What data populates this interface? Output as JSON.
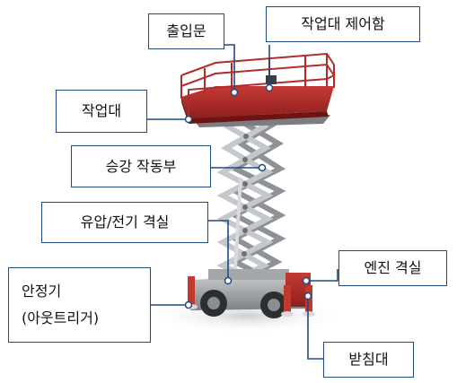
{
  "labels": {
    "entrance_door": "출입문",
    "platform_control": "작업대 제어함",
    "platform": "작업대",
    "lift_mechanism": "승강 작동부",
    "hydraulic_electric_compartment": "유압/전기 격실",
    "stabilizer_line1": "안정기",
    "stabilizer_line2": "(아웃트리거)",
    "engine_compartment": "엔진 격실",
    "support_stand": "받침대"
  },
  "colors": {
    "label_border": "#1f4b82",
    "leader_line": "#1f4b82",
    "platform_red": "#b12b2b",
    "chassis_gray": "#9a9d9f",
    "scissor_silver": "#b9bcc0"
  }
}
